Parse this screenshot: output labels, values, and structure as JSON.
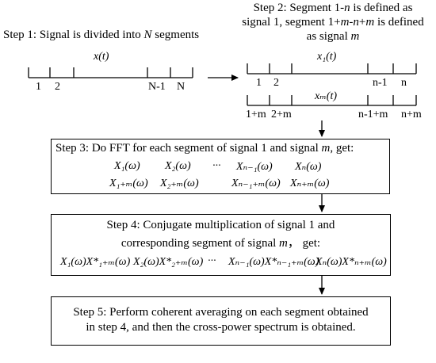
{
  "step1": {
    "text_a": "Step 1: Signal is divided into ",
    "text_n": "N",
    "text_b": " segments",
    "signal_label": "x(t)",
    "ticks": [
      "1",
      "2",
      "N-1",
      "N"
    ]
  },
  "step2": {
    "line1_a": "Step 2: Segment 1-",
    "line1_n": "n",
    "line1_b": " is defined as",
    "line2_a": "signal 1, segment 1+",
    "line2_m": "m",
    "line2_b": "-",
    "line2_n": "n",
    "line2_c": "+",
    "line2_m2": "m",
    "line2_d": " is defined",
    "line3_a": "as signal ",
    "line3_m": "m",
    "signal1_label": "x₁(t)",
    "signal1_ticks": [
      "1",
      "2",
      "n-1",
      "n"
    ],
    "signalm_label": "xₘ(t)",
    "signalm_ticks": [
      "1+m",
      "2+m",
      "n-1+m",
      "n+m"
    ]
  },
  "step3": {
    "title_a": "Step 3: Do FFT for each segment of signal 1 and signal ",
    "title_m": "m",
    "title_b": ", get:",
    "row1": [
      "X₁(ω)",
      "X₂(ω)",
      "···",
      "Xₙ₋₁(ω)",
      "Xₙ(ω)"
    ],
    "row2": [
      "X₁₊ₘ(ω)",
      "X₂₊ₘ(ω)",
      "Xₙ₋₁₊ₘ(ω)",
      "Xₙ₊ₘ(ω)"
    ]
  },
  "step4": {
    "line1": "Step 4: Conjugate multiplication of signal 1 and",
    "line2_a": "corresponding segment of signal ",
    "line2_m": "m",
    "line2_b": "， get:",
    "products": [
      "X₁(ω)X*₁₊ₘ(ω)",
      "X₂(ω)X*₂₊ₘ(ω)",
      "···",
      "Xₙ₋₁(ω)X*ₙ₋₁₊ₘ(ω)",
      "Xₙ(ω)X*ₙ₊ₘ(ω)"
    ]
  },
  "step5": {
    "line1": "Step 5: Perform coherent averaging on each segment obtained",
    "line2": "in step 4, and then the cross-power spectrum is obtained."
  }
}
